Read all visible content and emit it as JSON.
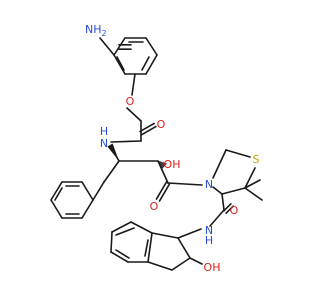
{
  "molecule": {
    "atoms": {
      "amine": {
        "text": "NH",
        "subscript": "2",
        "color": "#2a4bdc"
      },
      "ether_o": {
        "text": "O",
        "color": "#e0201b"
      },
      "amide1_o": {
        "text": "O",
        "color": "#e0201b"
      },
      "amide1_n": {
        "text": "N",
        "color": "#2a4bdc"
      },
      "amide1_h": {
        "text": "H",
        "color": "#2a4bdc"
      },
      "hydroxyl1": {
        "text": "OH",
        "color": "#e0201b"
      },
      "ketone_o": {
        "text": "O",
        "color": "#e0201b"
      },
      "ring_n": {
        "text": "N",
        "color": "#2a4bdc"
      },
      "sulfur": {
        "text": "S",
        "color": "#c8a100"
      },
      "amide2_o": {
        "text": "O",
        "color": "#e0201b"
      },
      "amide2_n": {
        "text": "N",
        "color": "#2a4bdc"
      },
      "amide2_h": {
        "text": "H",
        "color": "#2a4bdc"
      },
      "hydroxyl2": {
        "text": "OH",
        "color": "#e0201b"
      }
    },
    "bond_color": "#1a1a1a"
  }
}
